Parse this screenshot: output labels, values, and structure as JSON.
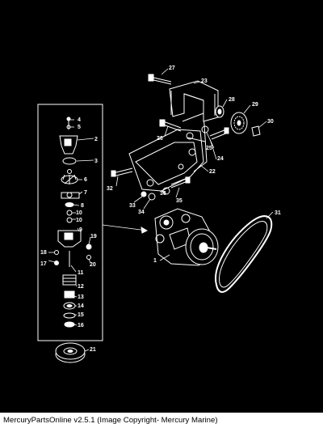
{
  "diagram": {
    "callouts": [
      "1",
      "2",
      "3",
      "4",
      "5",
      "6",
      "7",
      "8",
      "9",
      "10",
      "11",
      "12",
      "13",
      "14",
      "15",
      "16",
      "17",
      "18",
      "19",
      "20",
      "21",
      "22",
      "23",
      "24",
      "25",
      "26",
      "27",
      "28",
      "29",
      "30",
      "31",
      "32",
      "33",
      "34",
      "35",
      "36"
    ]
  },
  "caption": "MercuryPartsOnline v2.5.1 (Image Copyright- Mercury Marine)"
}
